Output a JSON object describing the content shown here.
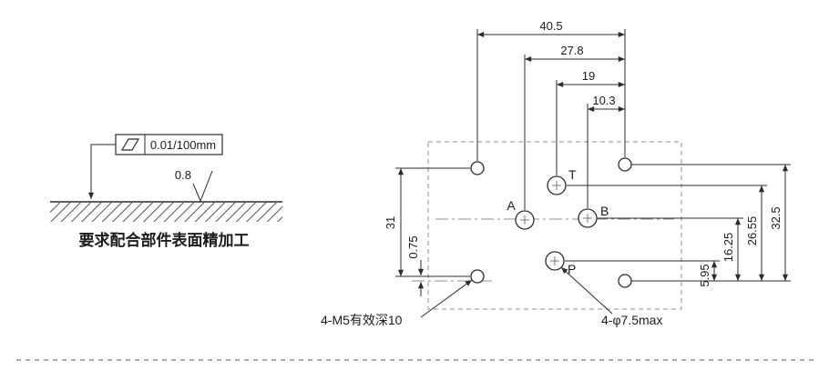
{
  "left_panel": {
    "tolerance_value": "0.01/100mm",
    "roughness_value": "0.8",
    "caption": "要求配合部件表面精加工"
  },
  "plate": {
    "ports": [
      {
        "label": "T"
      },
      {
        "label": "A"
      },
      {
        "label": "B"
      },
      {
        "label": "P"
      }
    ],
    "dims_top": [
      {
        "value": "40.5"
      },
      {
        "value": "27.8"
      },
      {
        "value": "19"
      },
      {
        "value": "10.3"
      }
    ],
    "dims_left": [
      {
        "value": "31"
      },
      {
        "value": "0.75"
      }
    ],
    "dims_right": [
      {
        "value": "32.5"
      },
      {
        "value": "26.55"
      },
      {
        "value": "16.25"
      },
      {
        "value": "5.95"
      }
    ],
    "notes": [
      {
        "text": "4-M5有效深10"
      },
      {
        "text": "4-φ7.5max"
      }
    ]
  }
}
